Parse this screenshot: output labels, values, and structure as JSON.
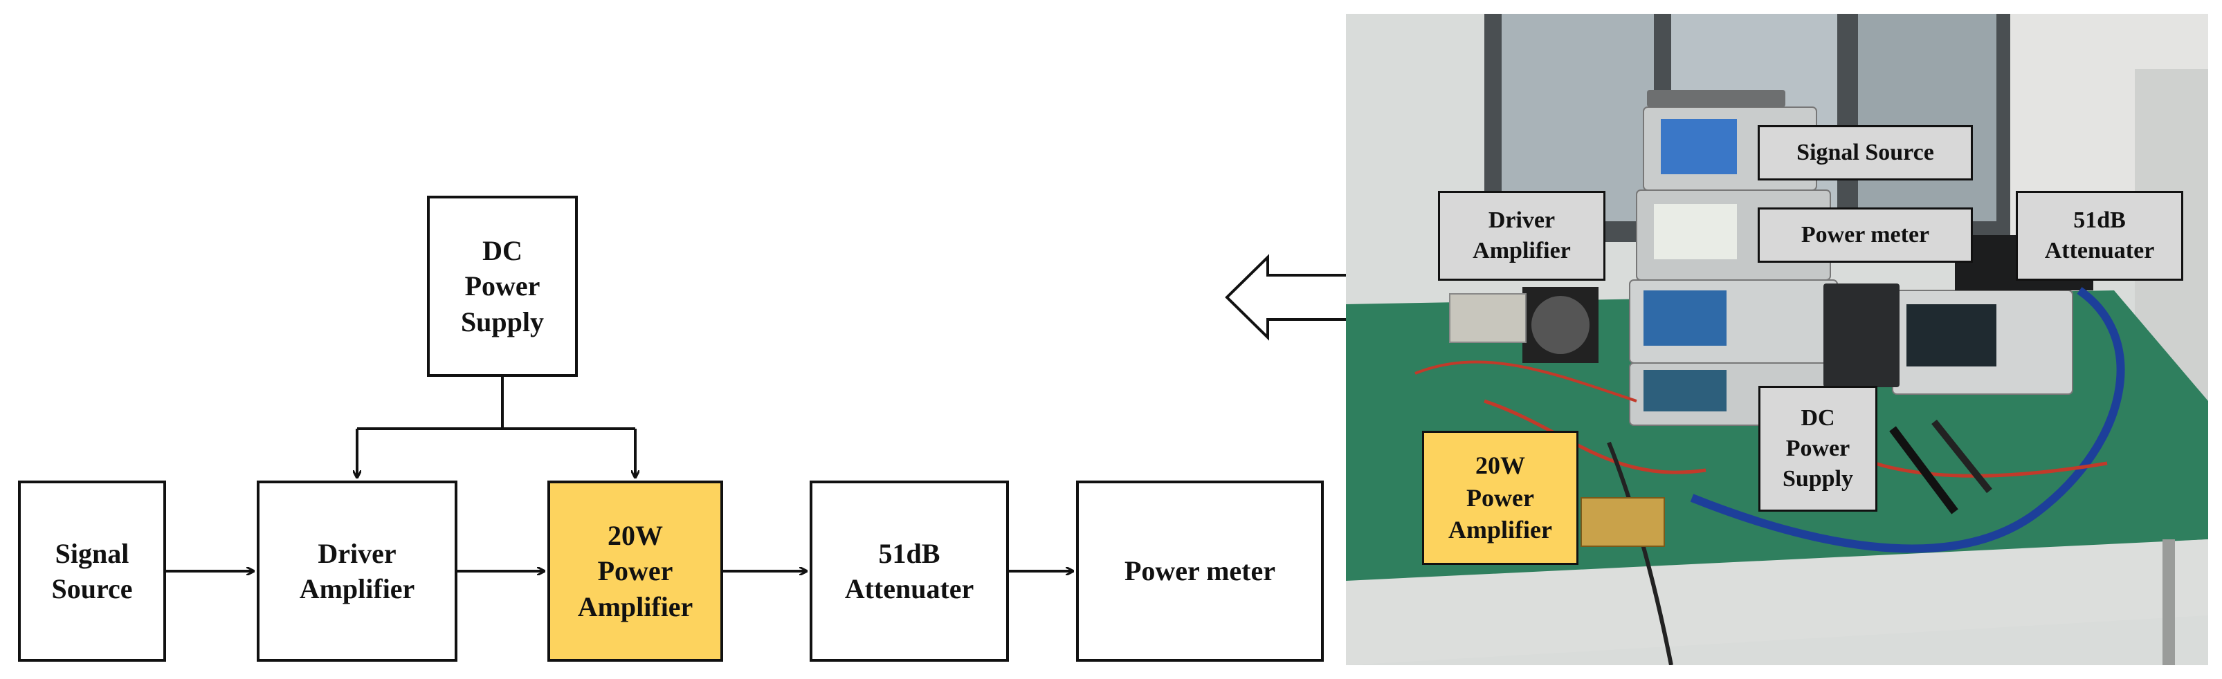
{
  "diagram": {
    "blocks": {
      "dc_power_supply": "DC\nPower\nSupply",
      "signal_source": "Signal\nSource",
      "driver_amplifier": "Driver\nAmplifier",
      "power_amplifier": "20W\nPower\nAmplifier",
      "attenuator": "51dB\nAttenuater",
      "power_meter": "Power meter"
    },
    "highlight_color": "#fdd35e"
  },
  "photo": {
    "labels": {
      "signal_source": "Signal Source",
      "power_meter": "Power meter",
      "driver_amplifier": "Driver\nAmplifier",
      "attenuator": "51dB\nAttenuater",
      "dc_power_supply": "DC\nPower\nSupply",
      "power_amplifier": "20W\nPower\nAmplifier"
    },
    "label_color": "#d8d8d8",
    "highlight_color": "#fdd35e"
  }
}
